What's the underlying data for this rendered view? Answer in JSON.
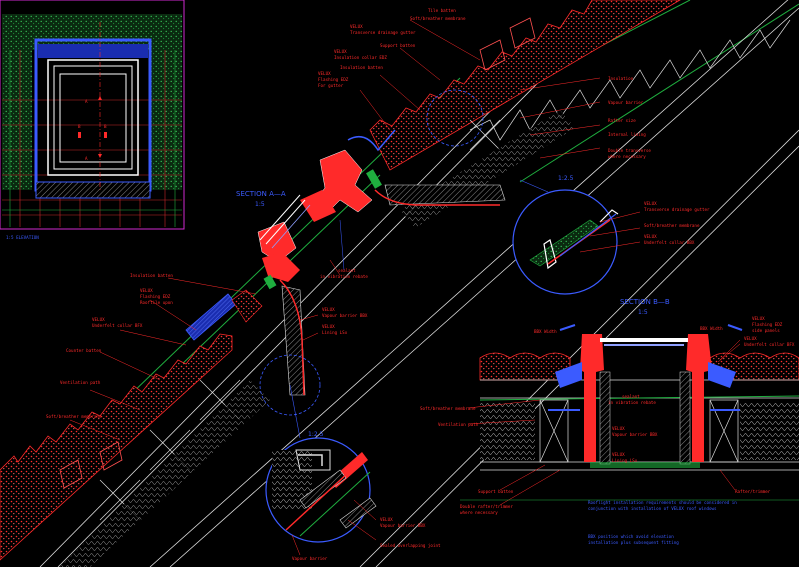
{
  "drawing": {
    "background": "#000000",
    "colors": {
      "red": "#ff2a2a",
      "blue": "#3b5bff",
      "green": "#1fae3f",
      "white": "#ffffff",
      "magenta": "#d02ad0"
    }
  },
  "inset": {
    "caption": "1:5 ELEVATION",
    "marks": {
      "a_top": "A",
      "a_bottom": "A",
      "b_left": "B",
      "b_right": "B"
    }
  },
  "section_a": {
    "title": "SECTION A—A",
    "scale": "1:5"
  },
  "section_b": {
    "title": "SECTION B—B",
    "scale": "1:5"
  },
  "detail_top": {
    "scale": "1:2.5"
  },
  "detail_bottom": {
    "scale": "1:2.5"
  },
  "labels_a": {
    "tile_batten": "Tile batten",
    "soft_counter": "Soft/breather membrane",
    "velux_gutter": "VELUX",
    "transverse_gutter": "Transverse drainage gutter",
    "support_batten": "Support batten",
    "velux_collar": "VELUX",
    "insulation_collar": "Insulation collar EDZ",
    "insulation_batten": "Insulation batten",
    "velux_flashing": "VELUX",
    "flashing_edz": "Flashing EDZ",
    "flashing_for": "For gutter",
    "insulation": "Insulation",
    "vapour_barrier": "Vapour barrier",
    "rafter": "Rafter size",
    "internal_lining": "Internal lining",
    "double_transverse": "Double transverse",
    "where_necessary": "where necessary",
    "sealant": "sealant",
    "sealant_in": "in vibration rebate",
    "insulation_batten_left": "Insulation batten",
    "velux_left": "VELUX",
    "flashing_left": "Flashing EDZ",
    "flashing_left2": "Rooftile upon",
    "velux_under": "VELUX",
    "underfelt_collar": "Underfelt collar BFX",
    "velux_vb": "VELUX",
    "vapour_bfx": "Vapour barrier BBX",
    "velux_lining": "VELUX",
    "lining": "Lining LSx",
    "counter_batten": "Counter batten",
    "ventilation_path": "Ventilation path",
    "soft_breather": "Soft/breather membrane",
    "velux_det": "VELUX",
    "vapour_det": "Vapour barrier BBX",
    "vapour_det2": "Vapour barrier",
    "sealed_overlap": "Sealed overlapping joint",
    "det_velux1": "VELUX",
    "det_transverse": "Transverse drainage gutter",
    "det_soft": "Soft/breather membrane",
    "det_velux2": "VELUX",
    "det_underfelt": "Underfelt collar BBX"
  },
  "labels_b": {
    "bbx_top_left": "BBX  Width",
    "bbx_top_right": "BBX  Width",
    "velux_flashing": "VELUX",
    "flashing_edz": "Flashing EDZ",
    "side_panels": "side panels",
    "velux_under": "VELUX",
    "underfelt": "Underfelt collar BFX",
    "soft_breather": "Soft/breather membrane",
    "ventilation_path": "Ventilation path",
    "sealant": "sealant",
    "sealant2": "in vibration rebate",
    "velux_vb": "VELUX",
    "vapour": "Vapour barrier BBX",
    "velux_lining": "VELUX",
    "lining": "Lining LSx",
    "support_batten": "Support batten",
    "double_rafter": "Double rafter/trimmer",
    "where_necessary": "where necessary",
    "rafter_trimmer": "Rafter/trimmer",
    "note1": "Rooflight installation requirements should be considered in",
    "note2": "conjunction with installation of VELUX roof windows",
    "note3": "BBX position which avoid elevation",
    "note4": "installation plus subsequent fitting"
  }
}
